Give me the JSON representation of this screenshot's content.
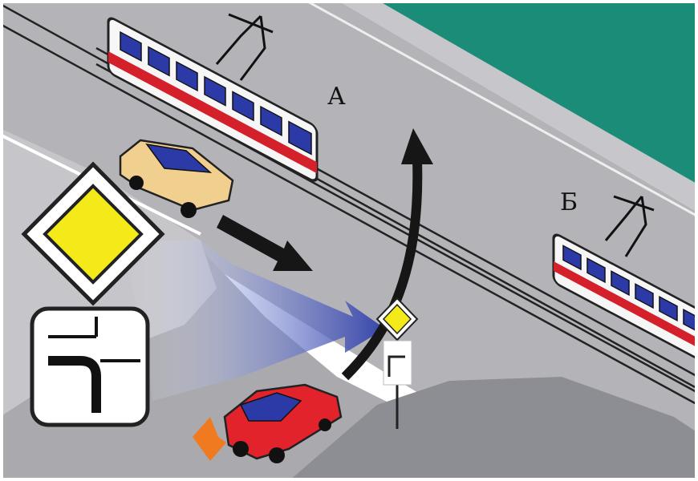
{
  "labels": {
    "tram_a": "А",
    "tram_b": "Б"
  },
  "signs": {
    "main_road": "main-road-sign",
    "road_direction_plate": "main-road-direction-plate",
    "distant_sign": "main-road-sign"
  },
  "colors": {
    "grass": "#1a8c77",
    "road": "#b4b4b8",
    "road_dark": "#8d8d94",
    "sidewalk": "#c7c7cb",
    "tram_red": "#d4202a",
    "tram_body": "#f6f6f6",
    "sign_yellow": "#f4ea1a",
    "taxi": "#f0cf8f",
    "red_car": "#e2232b",
    "arrow": "#161616",
    "blue_glow": "#3a4cae"
  }
}
